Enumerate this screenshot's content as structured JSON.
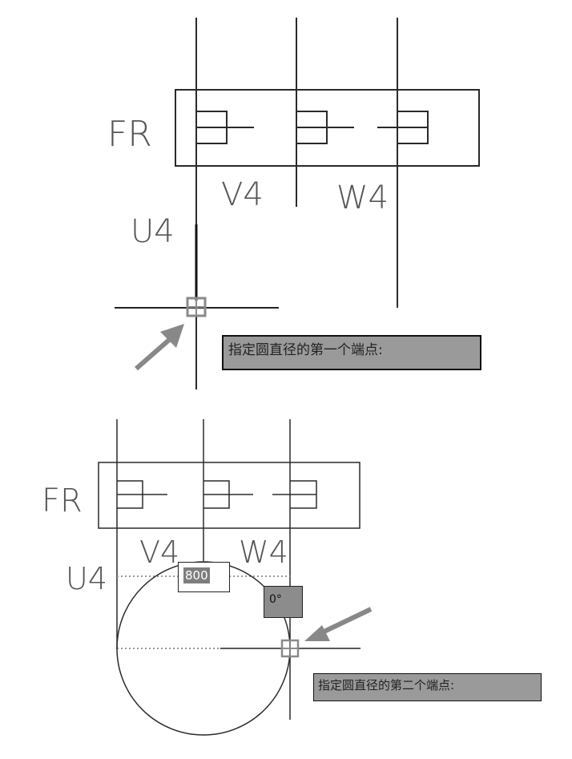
{
  "panel_top": {
    "component_label": "FR",
    "phase_labels": {
      "u": "U4",
      "v": "V4",
      "w": "W4"
    },
    "prompt_tooltip": "指定圆直径的第一个端点:"
  },
  "panel_bottom": {
    "component_label": "FR",
    "phase_labels": {
      "u": "U4",
      "v": "V4",
      "w": "W4"
    },
    "diameter_input_value": "800",
    "angle_readout": "0°",
    "prompt_tooltip": "指定圆直径的第二个端点:"
  },
  "colors": {
    "line": "#2a2a2a",
    "label": "#555555",
    "tooltip_bg": "#9a9a9a",
    "osnap_marker": "#8a8a8a",
    "annotation_arrow": "#888888"
  }
}
